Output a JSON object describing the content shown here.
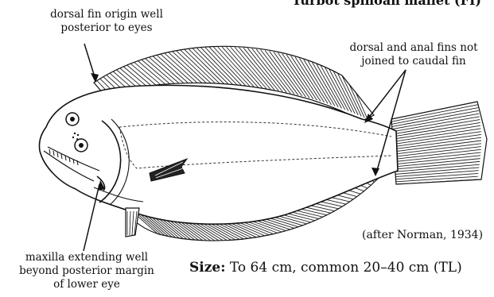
{
  "header": {
    "text": "Turbot spinoan mallet (FI)"
  },
  "labels": {
    "dorsal_origin": [
      "dorsal fin origin well",
      "posterior to eyes"
    ],
    "fins_not_joined": [
      "dorsal and anal fins not",
      "joined to caudal fin"
    ],
    "maxilla": [
      "maxilla extending well",
      "beyond posterior margin",
      "of lower eye"
    ],
    "credit": "(after Norman, 1934)"
  },
  "size": {
    "label": "Size:",
    "text": "To 64 cm, common 20–40 cm (TL)"
  }
}
